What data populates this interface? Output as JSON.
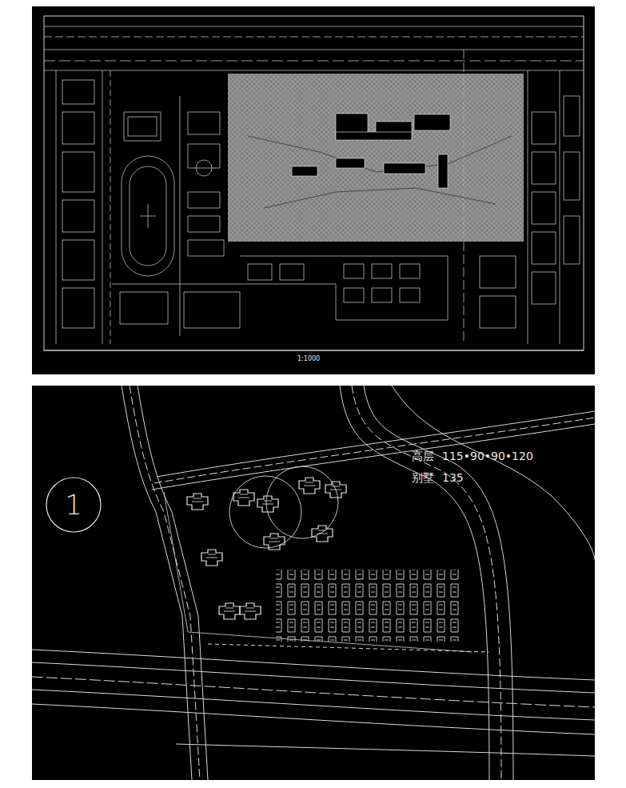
{
  "diagram": {
    "nodes": [
      {
        "text": [
          "1"
        ]
      }
    ],
    "labels": [
      "1:1000",
      "高层",
      "115•90•90•120",
      "别墅",
      "135"
    ]
  }
}
